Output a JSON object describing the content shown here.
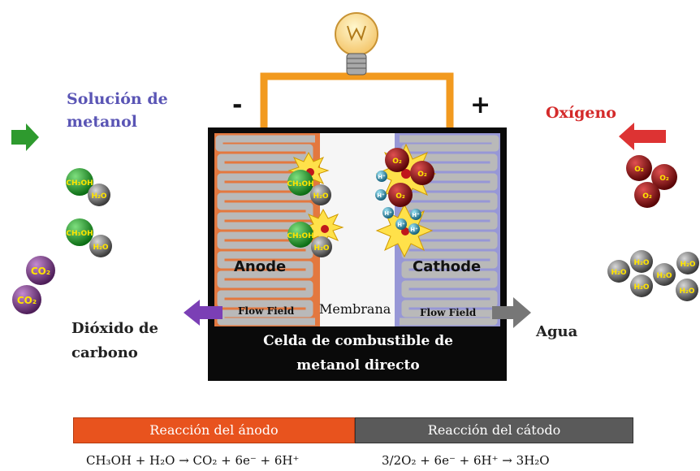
{
  "left": {
    "title_line1": "Solución de",
    "title_line2": "metanol",
    "output_line1": "Dióxido de",
    "output_line2": "carbono"
  },
  "right": {
    "title": "Oxígeno",
    "output": "Agua"
  },
  "circuit": {
    "minus": "-",
    "plus": "+"
  },
  "cell": {
    "anode": "Anode",
    "cathode": "Cathode",
    "membrane": "Membrana",
    "flow_left": "Flow Field",
    "flow_right": "Flow Field",
    "title_line1": "Celda de combustible de",
    "title_line2": "metanol directo"
  },
  "molecules": {
    "methanol": "CH₃OH",
    "water": "H₂O",
    "co2": "CO₂",
    "o2": "O₂",
    "h": "H⁺"
  },
  "reactions": {
    "anode_label": "Reacción del ánodo",
    "cathode_label": "Reacción del cátodo",
    "anode_eq": "CH₃OH + H₂O → CO₂ + 6e⁻ + 6H⁺",
    "cathode_eq": "3/2O₂ + 6e⁻ + 6H⁺ → 3H₂O"
  },
  "colors": {
    "anode": "#e3783f",
    "cathode": "#8f8fd0",
    "anode_bar": "#e8531e",
    "cathode_bar": "#5a5a5a",
    "wire": "#f29a1f",
    "co2": "#8a3f9a",
    "o2": "#9c0f12"
  }
}
